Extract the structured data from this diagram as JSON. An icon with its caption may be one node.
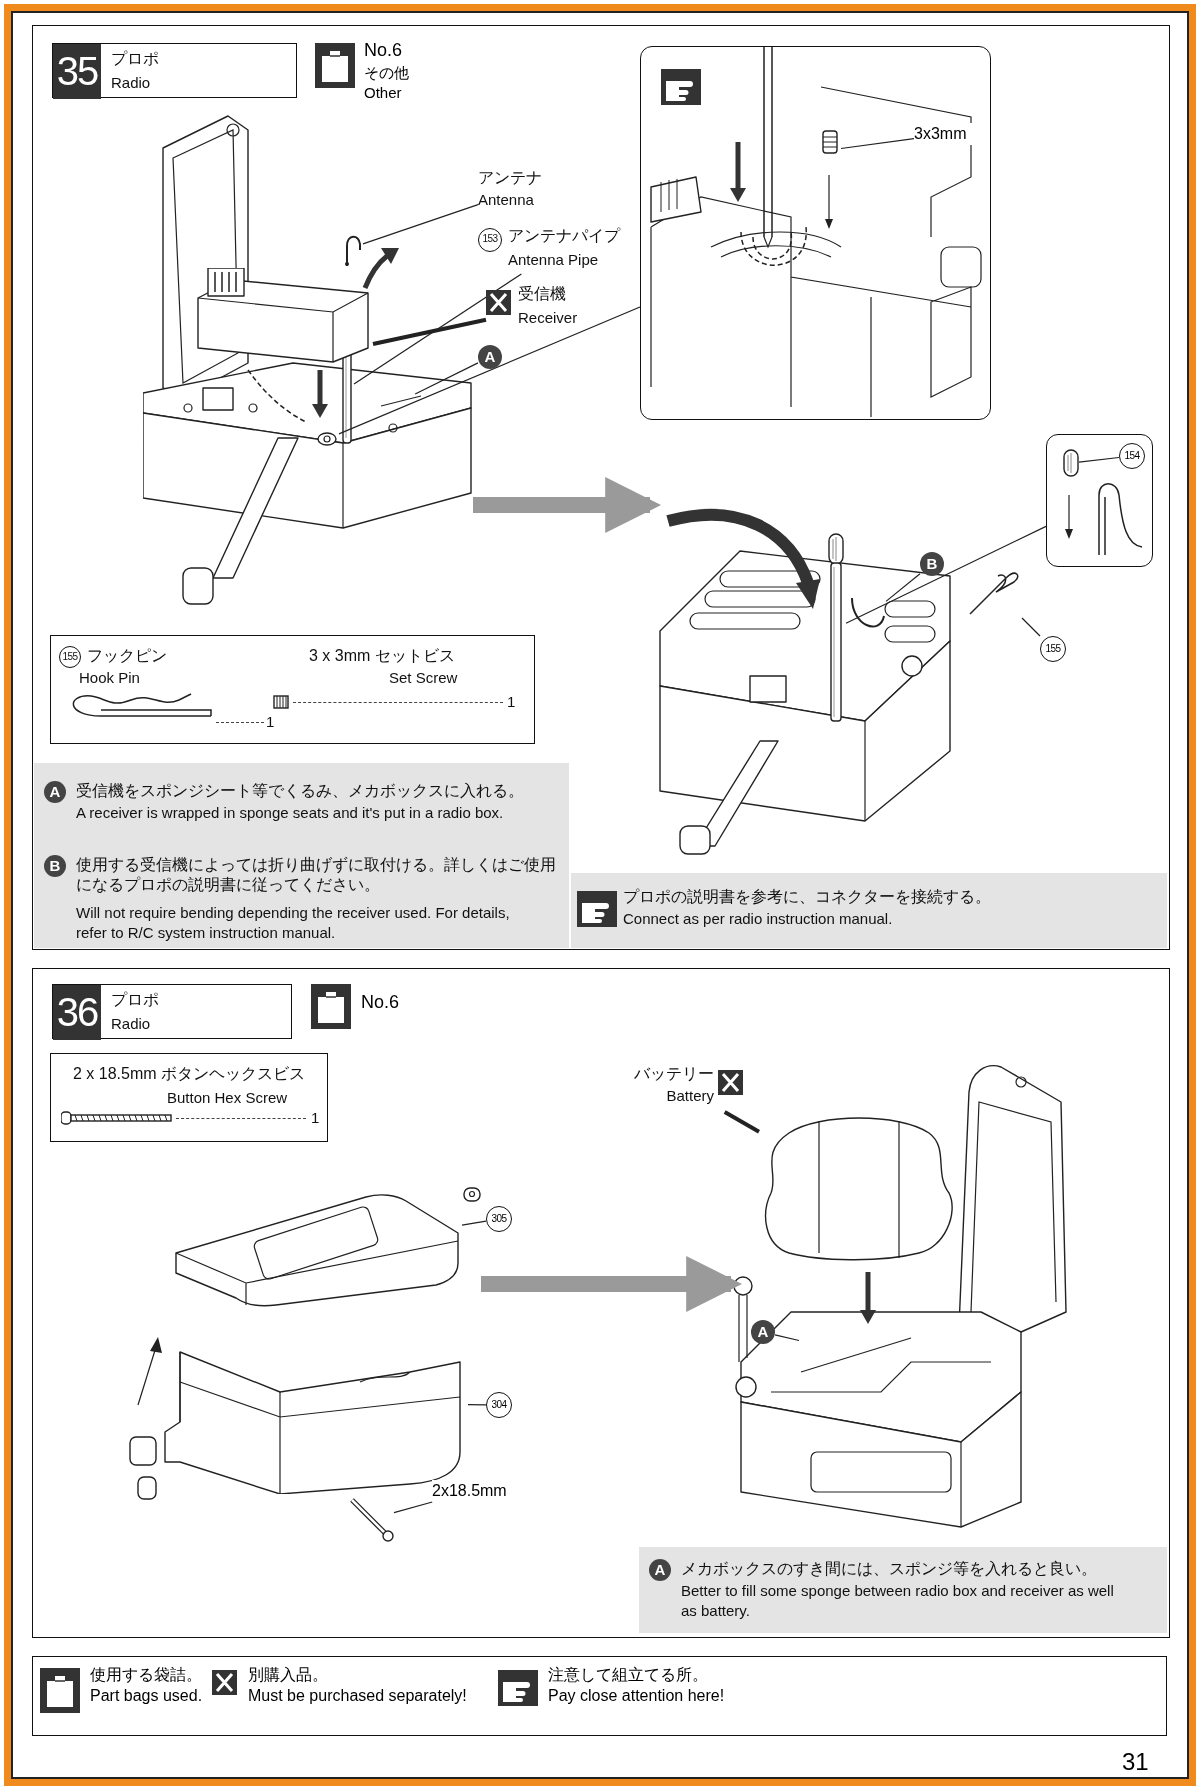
{
  "diagram": {
    "nodes": [
      {
        "text": [
          "35",
          "プロポ",
          "Radio"
        ]
      },
      {
        "text": [],
        "shape": "picture"
      },
      {
        "text": [
          "アンテナ",
          "Antenna"
        ]
      },
      {
        "text": [],
        "shape": "picture",
        "in": 1
      },
      {
        "text": [
          "153",
          "アンテナパイプ",
          "Antenna Pipe"
        ]
      },
      {
        "text": [],
        "shape": "picture",
        "in": 1
      },
      {
        "text": [
          "受信機",
          "Receiver"
        ]
      },
      {
        "text": [],
        "shape": "picture",
        "in": 1
      },
      {
        "text": [
          "A"
        ]
      },
      {
        "text": [],
        "shape": "picture",
        "in": 1
      },
      {
        "text": [],
        "shape": "picture",
        "in": 1
      },
      {
        "text": [],
        "shape": "box"
      },
      {
        "text": [
          "3x3mm"
        ],
        "in": 11
      },
      {
        "text": [],
        "shape": "picture",
        "in": 11
      },
      {
        "text": [],
        "shape": "picture"
      },
      {
        "text": [
          "B"
        ]
      },
      {
        "text": [],
        "shape": "picture"
      },
      {
        "text": [],
        "shape": "box"
      },
      {
        "text": [
          "154"
        ],
        "in": 17
      },
      {
        "text": [],
        "shape": "picture",
        "in": 17
      },
      {
        "text": [],
        "shape": "picture"
      },
      {
        "text": [
          "155"
        ]
      },
      {
        "text": [],
        "shape": "picture"
      },
      {
        "text": [
          "155",
          "フックピン",
          "Hook Pin",
          "1",
          "3 x 3mm セットビス",
          "Set Screw",
          "1"
        ]
      },
      {
        "text": [
          "A",
          "受信機をスポンジシート等でくるみ、メカボックスに入れる。",
          "A receiver is wrapped in sponge seats and it's put in a radio box.",
          "B",
          "使用する受信機によっては折り曲げずに取付ける。詳しくはご使用になるプロポの説明書に従ってください。",
          "Will not require bending depending the receiver used. For details, refer to R/C system instruction manual."
        ]
      },
      {
        "text": [
          "プロポの説明書を参考に、コネクターを接続する。",
          "Connect as per radio instruction manual."
        ]
      },
      {
        "text": [
          "36",
          "プロポ",
          "Radio"
        ]
      },
      {
        "text": [
          "2 x 18.5mm ボタンヘックスビス",
          "Button Hex Screw",
          "1"
        ]
      },
      {
        "text": [],
        "shape": "picture"
      },
      {
        "text": [
          "305"
        ]
      },
      {
        "text": [],
        "shape": "picture",
        "in": 28
      },
      {
        "text": [
          "304"
        ]
      },
      {
        "text": [],
        "shape": "picture",
        "in": 28
      },
      {
        "text": [
          "2x18.5mm"
        ]
      },
      {
        "text": [],
        "shape": "picture"
      },
      {
        "text": [],
        "shape": "picture"
      },
      {
        "text": [
          "バッテリー",
          "Battery"
        ]
      },
      {
        "text": [],
        "shape": "picture",
        "in": 35
      },
      {
        "text": [
          "A"
        ],
        "in": 35
      },
      {
        "text": [],
        "shape": "picture",
        "in": 35
      },
      {
        "text": [
          "A",
          "メカボックスのすき間には、スポンジ等を入れると良い。",
          "Better to fill some sponge between radio box and receiver as well as battery."
        ]
      }
    ],
    "edges": [
      {
        "from": 2,
        "to": 3,
        "arrow": "none"
      },
      {
        "from": 4,
        "to": 5,
        "arrow": "none"
      },
      {
        "from": 6,
        "to": 7,
        "arrow": "none",
        "style": "thick"
      },
      {
        "from": 8,
        "to": 9,
        "arrow": "none"
      },
      {
        "from": 10,
        "to": 11,
        "arrow": "none"
      },
      {
        "from": 12,
        "to": 13,
        "arrow": "none"
      },
      {
        "from": 1,
        "to": 14,
        "arrow": "to",
        "style": "thick",
        "color": "#9a9a9a"
      },
      {
        "from": 15,
        "to": 20,
        "arrow": "none"
      },
      {
        "from": 16,
        "to": 17,
        "arrow": "none"
      },
      {
        "from": 18,
        "to": 19,
        "arrow": "none"
      },
      {
        "from": 21,
        "to": 22,
        "arrow": "none"
      },
      {
        "from": 28,
        "to": 35,
        "arrow": "to",
        "style": "thick",
        "color": "#9a9a9a"
      },
      {
        "from": 29,
        "to": 30,
        "arrow": "none"
      },
      {
        "from": 31,
        "to": 32,
        "arrow": "none"
      },
      {
        "from": 33,
        "to": 34,
        "arrow": "none"
      },
      {
        "from": 36,
        "to": 37,
        "arrow": "none",
        "style": "thick"
      },
      {
        "from": 38,
        "to": 39,
        "arrow": "none"
      }
    ],
    "labels": [
      "No.6",
      "その他",
      "Other",
      "No.6",
      "31"
    ],
    "legend": [
      {
        "text": "使用する袋詰。 Part bags used."
      },
      {
        "text": "別購入品。 Must be purchased separately!"
      },
      {
        "text": "注意して組立てる所。 Pay close attention here!"
      }
    ]
  }
}
